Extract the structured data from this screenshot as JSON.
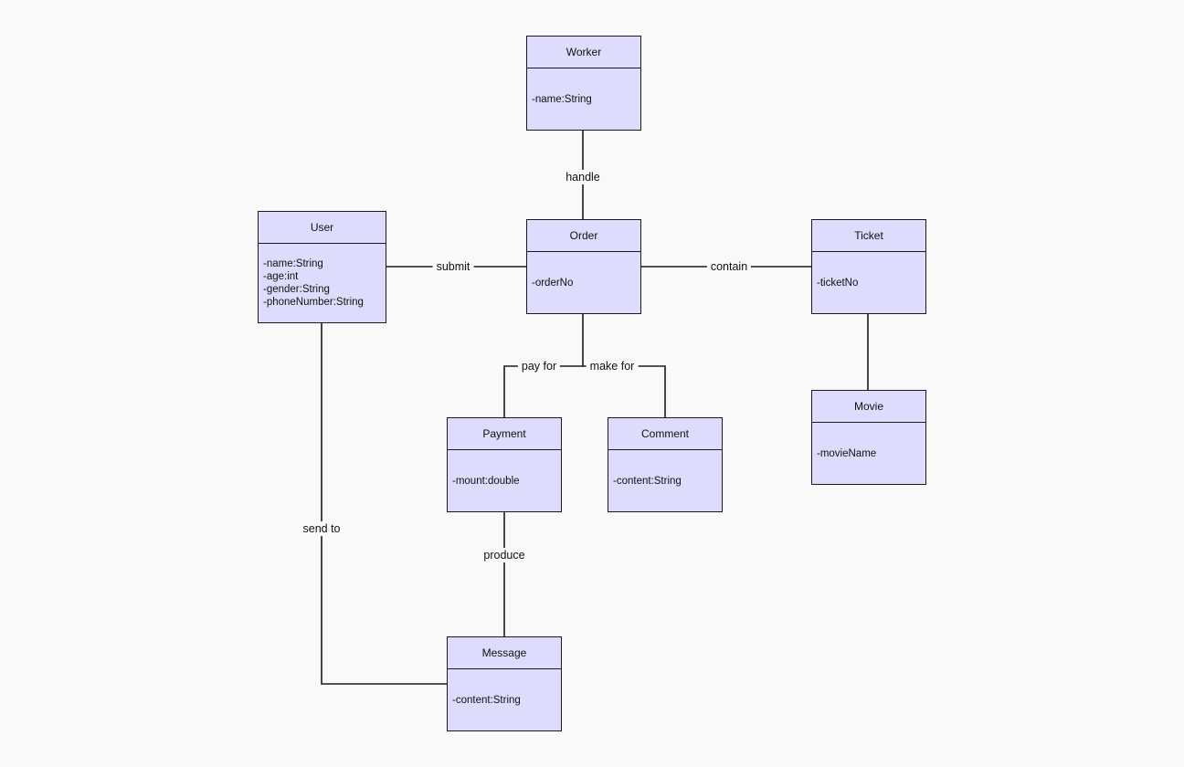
{
  "classes": {
    "worker": {
      "name": "Worker",
      "attributes": [
        "-name:String"
      ]
    },
    "user": {
      "name": "User",
      "attributes": [
        "-name:String",
        "-age:int",
        "-gender:String",
        "-phoneNumber:String"
      ]
    },
    "order": {
      "name": "Order",
      "attributes": [
        "-orderNo"
      ]
    },
    "ticket": {
      "name": "Ticket",
      "attributes": [
        "-ticketNo"
      ]
    },
    "payment": {
      "name": "Payment",
      "attributes": [
        "-mount:double"
      ]
    },
    "comment": {
      "name": "Comment",
      "attributes": [
        "-content:String"
      ]
    },
    "movie": {
      "name": "Movie",
      "attributes": [
        "-movieName"
      ]
    },
    "message": {
      "name": "Message",
      "attributes": [
        "-content:String"
      ]
    }
  },
  "relations": {
    "handle": "handle",
    "submit": "submit",
    "contain": "contain",
    "pay_for": "pay for",
    "make_for": "make for",
    "send_to": "send to",
    "produce": "produce"
  },
  "colors": {
    "class_fill": "#dddcfc",
    "line": "#1a1a1a",
    "background": "#f9f9f9"
  }
}
